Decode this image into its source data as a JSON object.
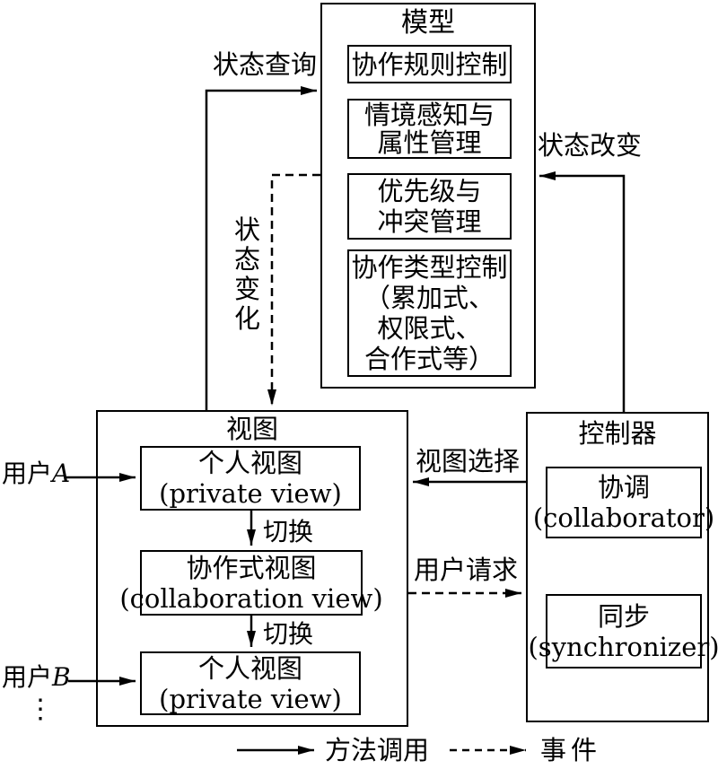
{
  "model": {
    "title": "模型",
    "box1": {
      "line1": "协作规则控制"
    },
    "box2": {
      "line1": "情境感知与",
      "line2": "属性管理"
    },
    "box3": {
      "line1": "优先级与",
      "line2": "冲突管理"
    },
    "box4": {
      "line1": "协作类型控制",
      "line2": "（累加式、",
      "line3": "权限式、",
      "line4": "合作式等）"
    }
  },
  "view": {
    "title": "视图",
    "box1": {
      "line1": "个人视图",
      "line2": "(private view)"
    },
    "box2": {
      "line1": "协作式视图",
      "line2": "(collaboration view)"
    },
    "box3": {
      "line1": "个人视图",
      "line2": "(private view)"
    },
    "switch1": "切换",
    "switch2": "切换"
  },
  "controller": {
    "title": "控制器",
    "box1": {
      "line1": "协调",
      "line2": "(collaborator)"
    },
    "box2": {
      "line1": "同步",
      "line2": "(synchronizer)"
    }
  },
  "labels": {
    "state_query": "状态查询",
    "state_change_vertical": "状态变化",
    "state_modify": "状态改变",
    "view_select": "视图选择",
    "user_request": "用户请求",
    "user_a_prefix": "用户",
    "user_a_id": "A",
    "user_b_prefix": "用户",
    "user_b_id": "B",
    "ellipsis": "⋮"
  },
  "legend": {
    "solid_arrow": "方法调用",
    "dashed_arrow": "事件"
  },
  "colors": {
    "line": "#000000",
    "background": "#ffffff"
  }
}
